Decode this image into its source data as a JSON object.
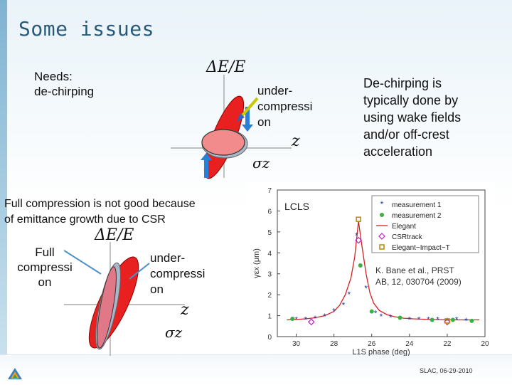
{
  "slide": {
    "title": "Some issues",
    "needs_line1": "Needs:",
    "needs_line2": "de-chirping",
    "top_diagram": {
      "de_label": "ΔE/E",
      "under_l1": "under-",
      "under_l2": "compressi",
      "under_l3": "on",
      "z_label": "z",
      "sigma_label": "σz"
    },
    "dechirp_text_l1": "De-chirping is",
    "dechirp_text_l2": "typically done by",
    "dechirp_text_l3": "using wake fields",
    "dechirp_text_l4": "and/or off-crest",
    "dechirp_text_l5": "acceleration",
    "full_comp_l1": "Full compression is not good because",
    "full_comp_l2": "of emittance growth due to CSR",
    "bottom_diagram": {
      "de_label": "ΔE/E",
      "full_l1": "Full",
      "full_l2": "compressi",
      "full_l3": "on",
      "under_l1": "under-",
      "under_l2": "compressi",
      "under_l3": "on",
      "z_label": "z",
      "sigma_label": "σz"
    },
    "footer": "SLAC, 06-29-2010"
  },
  "chart_data": {
    "type": "scatter",
    "title": "LCLS",
    "xlabel": "L1S phase (deg)",
    "ylabel": "γεx (μm)",
    "xlim": [
      31,
      20
    ],
    "ylim": [
      0,
      7
    ],
    "xticks": [
      30,
      28,
      26,
      24,
      22,
      20
    ],
    "yticks": [
      0,
      1,
      2,
      3,
      4,
      5,
      6,
      7
    ],
    "citation_l1": "K. Bane et al., PRST",
    "citation_l2": "AB, 12, 030704 (2009)",
    "legend": [
      {
        "label": "measurement 1",
        "color": "#2a3a9e",
        "marker": "star"
      },
      {
        "label": "measurement 2",
        "color": "#3cb043",
        "marker": "circle"
      },
      {
        "label": "Elegant",
        "color": "#d62020",
        "marker": "line"
      },
      {
        "label": "CSRtrack",
        "color": "#c020c0",
        "marker": "diamond"
      },
      {
        "label": "Elegant−Impact−T",
        "color": "#b8860b",
        "marker": "square"
      }
    ],
    "series": [
      {
        "name": "measurement 1",
        "color": "#2a3a9e",
        "marker": "star",
        "x": [
          30.0,
          29.5,
          29.0,
          28.5,
          28.0,
          27.5,
          27.2,
          26.8,
          26.3,
          25.8,
          25.5,
          25.0,
          24.5,
          24.0,
          23.5,
          23.0,
          22.5,
          22.0,
          21.5,
          21.0
        ],
        "y": [
          0.8,
          0.8,
          0.85,
          0.95,
          1.2,
          1.5,
          2.0,
          4.8,
          2.3,
          1.1,
          0.95,
          0.9,
          0.85,
          0.8,
          0.8,
          0.8,
          0.8,
          0.75,
          0.8,
          0.75
        ]
      },
      {
        "name": "measurement 2",
        "color": "#3cb043",
        "marker": "circle",
        "x": [
          30.2,
          26.6,
          26.0,
          24.5,
          22.8,
          21.7,
          20.7
        ],
        "y": [
          0.85,
          3.4,
          1.2,
          0.9,
          0.8,
          0.8,
          0.75
        ]
      },
      {
        "name": "CSRtrack",
        "color": "#c020c0",
        "marker": "diamond",
        "x": [
          29.2,
          26.7,
          22.0
        ],
        "y": [
          0.7,
          4.6,
          0.7
        ]
      },
      {
        "name": "Elegant−Impact−T",
        "color": "#b8860b",
        "marker": "square",
        "x": [
          26.7,
          22.0
        ],
        "y": [
          5.6,
          0.75
        ]
      }
    ],
    "curve": {
      "name": "Elegant",
      "color": "#d62020",
      "x": [
        30.5,
        30,
        29.5,
        29,
        28.5,
        28,
        27.7,
        27.4,
        27.1,
        26.9,
        26.7,
        26.5,
        26.3,
        26.1,
        25.9,
        25.6,
        25.2,
        24.8,
        24.3,
        23.8,
        23,
        22,
        21,
        20.3
      ],
      "y": [
        0.8,
        0.82,
        0.85,
        0.9,
        1.0,
        1.2,
        1.5,
        2.0,
        2.8,
        3.8,
        5.5,
        4.2,
        3.0,
        2.1,
        1.6,
        1.25,
        1.05,
        0.95,
        0.88,
        0.85,
        0.82,
        0.8,
        0.8,
        0.8
      ]
    }
  }
}
